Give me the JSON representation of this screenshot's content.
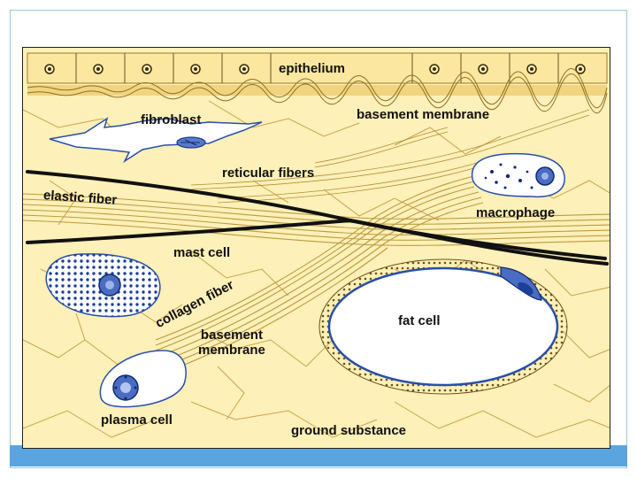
{
  "diagram": {
    "colors": {
      "background": "#fdf0b8",
      "tissue_line": "#c9a44c",
      "cell_outline": "#2a4fa8",
      "nucleus": "#1d3f9a",
      "fiber": "#bd9a3e",
      "elastic": "#111111",
      "bottom_bar": "#5aa5e0"
    },
    "labels": {
      "epithelium": "epithelium",
      "basement_membrane_top": "basement membrane",
      "fibroblast": "fibroblast",
      "reticular_fibers": "reticular fibers",
      "elastic_fiber": "elastic fiber",
      "macrophage": "macrophage",
      "mast_cell": "mast cell",
      "collagen_fiber": "collagen fiber",
      "basement_membrane_bottom": "basement\nmembrane",
      "fat_cell": "fat cell",
      "plasma_cell": "plasma cell",
      "ground_substance": "ground substance"
    },
    "icons": [
      "epithelial-cell-icon",
      "fibroblast-icon",
      "macrophage-icon",
      "mast-cell-icon",
      "fat-cell-icon",
      "plasma-cell-icon"
    ]
  }
}
